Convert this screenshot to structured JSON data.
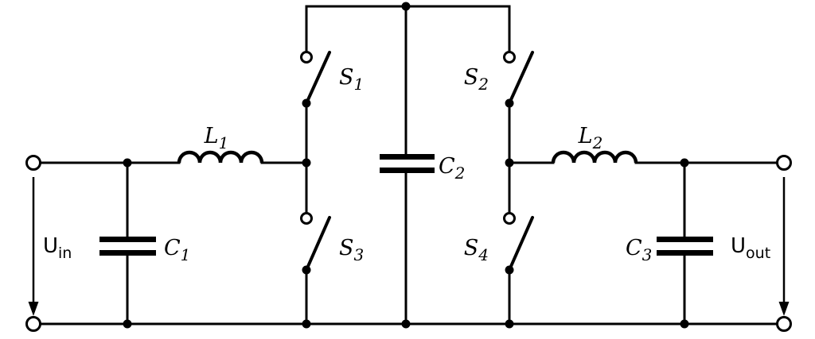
{
  "labels": {
    "l1": {
      "main": "L",
      "sub": "1"
    },
    "l2": {
      "main": "L",
      "sub": "2"
    },
    "c1": {
      "main": "C",
      "sub": "1"
    },
    "c2": {
      "main": "C",
      "sub": "2"
    },
    "c3": {
      "main": "C",
      "sub": "3"
    },
    "s1": {
      "main": "S",
      "sub": "1"
    },
    "s2": {
      "main": "S",
      "sub": "2"
    },
    "s3": {
      "main": "S",
      "sub": "3"
    },
    "s4": {
      "main": "S",
      "sub": "4"
    },
    "u_in": {
      "main": "U",
      "sub": "in"
    },
    "u_out": {
      "main": "U",
      "sub": "out"
    }
  },
  "colors": {
    "line": "#000000",
    "background": "#ffffff"
  }
}
